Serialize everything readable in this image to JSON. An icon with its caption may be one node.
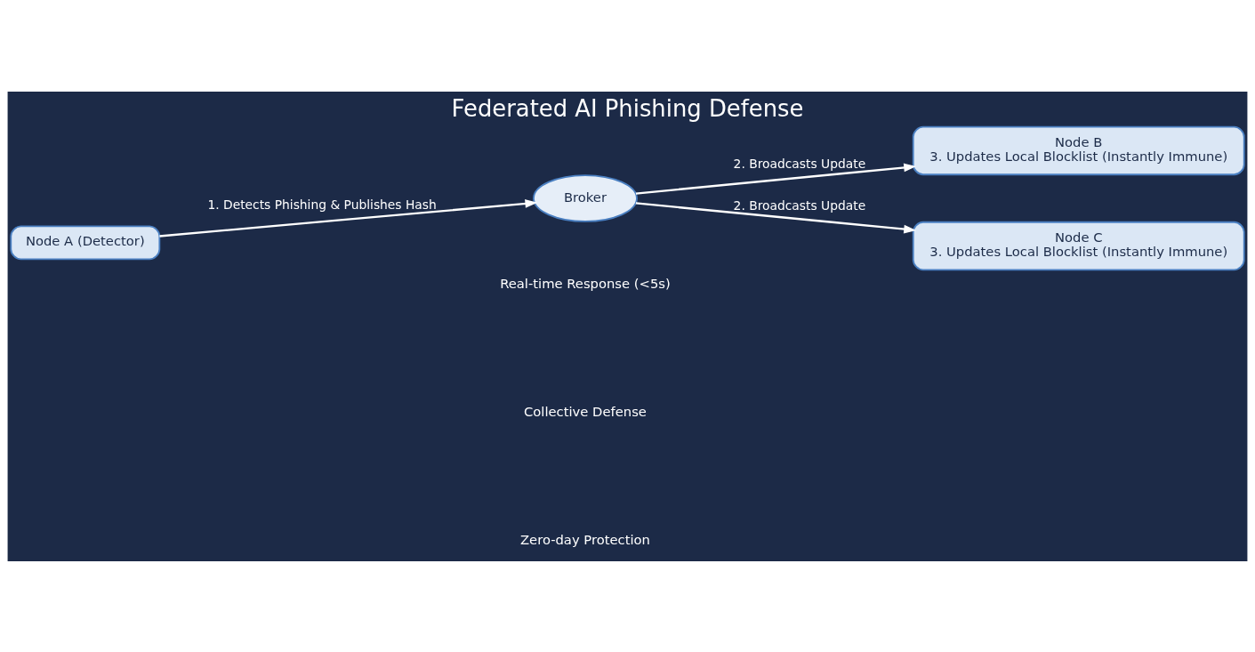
{
  "diagram": {
    "title": "Federated AI Phishing Defense",
    "nodes": [
      {
        "text": [
          "Node A (Detector)"
        ]
      },
      {
        "text": [
          "Broker"
        ]
      },
      {
        "text": [
          "Node B",
          "3. Updates Local Blocklist (Instantly Immune)"
        ]
      },
      {
        "text": [
          "Node C",
          "3. Updates Local Blocklist (Instantly Immune)"
        ]
      }
    ],
    "edges": [
      {
        "from": 0,
        "to": 1,
        "arrow": "to",
        "label": "1. Detects Phishing & Publishes Hash"
      },
      {
        "from": 1,
        "to": 2,
        "arrow": "to",
        "label": "2. Broadcasts Update"
      },
      {
        "from": 1,
        "to": 3,
        "arrow": "to",
        "label": "2. Broadcasts Update"
      }
    ],
    "labels": [
      "Real-time Response (<5s)",
      "Collective Defense",
      "Zero-day Protection"
    ]
  }
}
